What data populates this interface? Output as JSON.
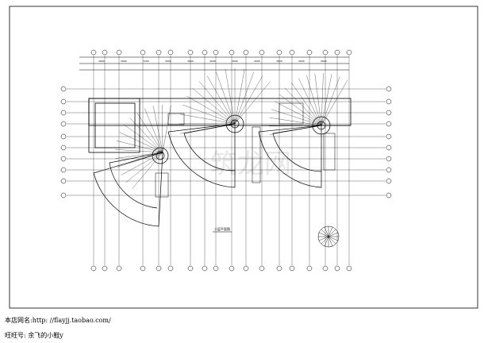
{
  "drawing": {
    "plan_title": "二层平面图",
    "top_dimension_labels": [
      "3900",
      "3900",
      "7200",
      "3900",
      "3900",
      "3900",
      "3900",
      "3900",
      "3900",
      "3900",
      "3900"
    ],
    "watermark": "筑龙网"
  },
  "footer": {
    "shop_line": "本店网名:http: //flayjj.taobao.com/",
    "qq_line": "旺旺号: 余飞的小鞋y"
  },
  "colors": {
    "background": "#ffffff",
    "line": "#000000",
    "watermark": "#d0d0d0"
  },
  "icons": {
    "north_arrow": "compass-rose-icon"
  }
}
